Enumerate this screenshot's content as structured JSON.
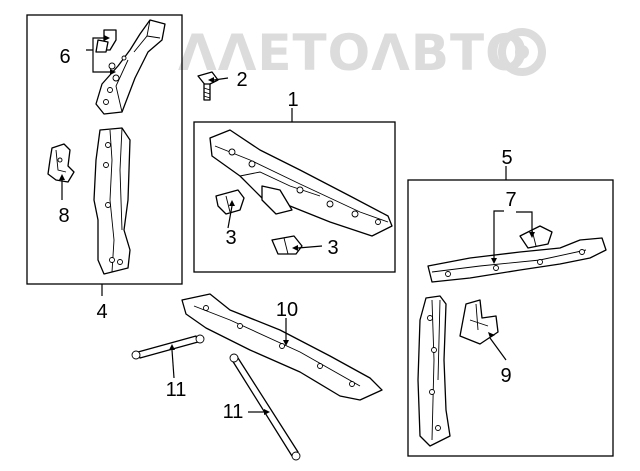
{
  "watermark": {
    "text": "ΛΛΕΤΟΛΒΤΟ",
    "color": "#dcdcdc"
  },
  "callouts": [
    "1",
    "2",
    "3",
    "3",
    "4",
    "5",
    "6",
    "7",
    "8",
    "9",
    "10",
    "11",
    "11"
  ],
  "colors": {
    "line": "#000000",
    "background": "#ffffff"
  }
}
